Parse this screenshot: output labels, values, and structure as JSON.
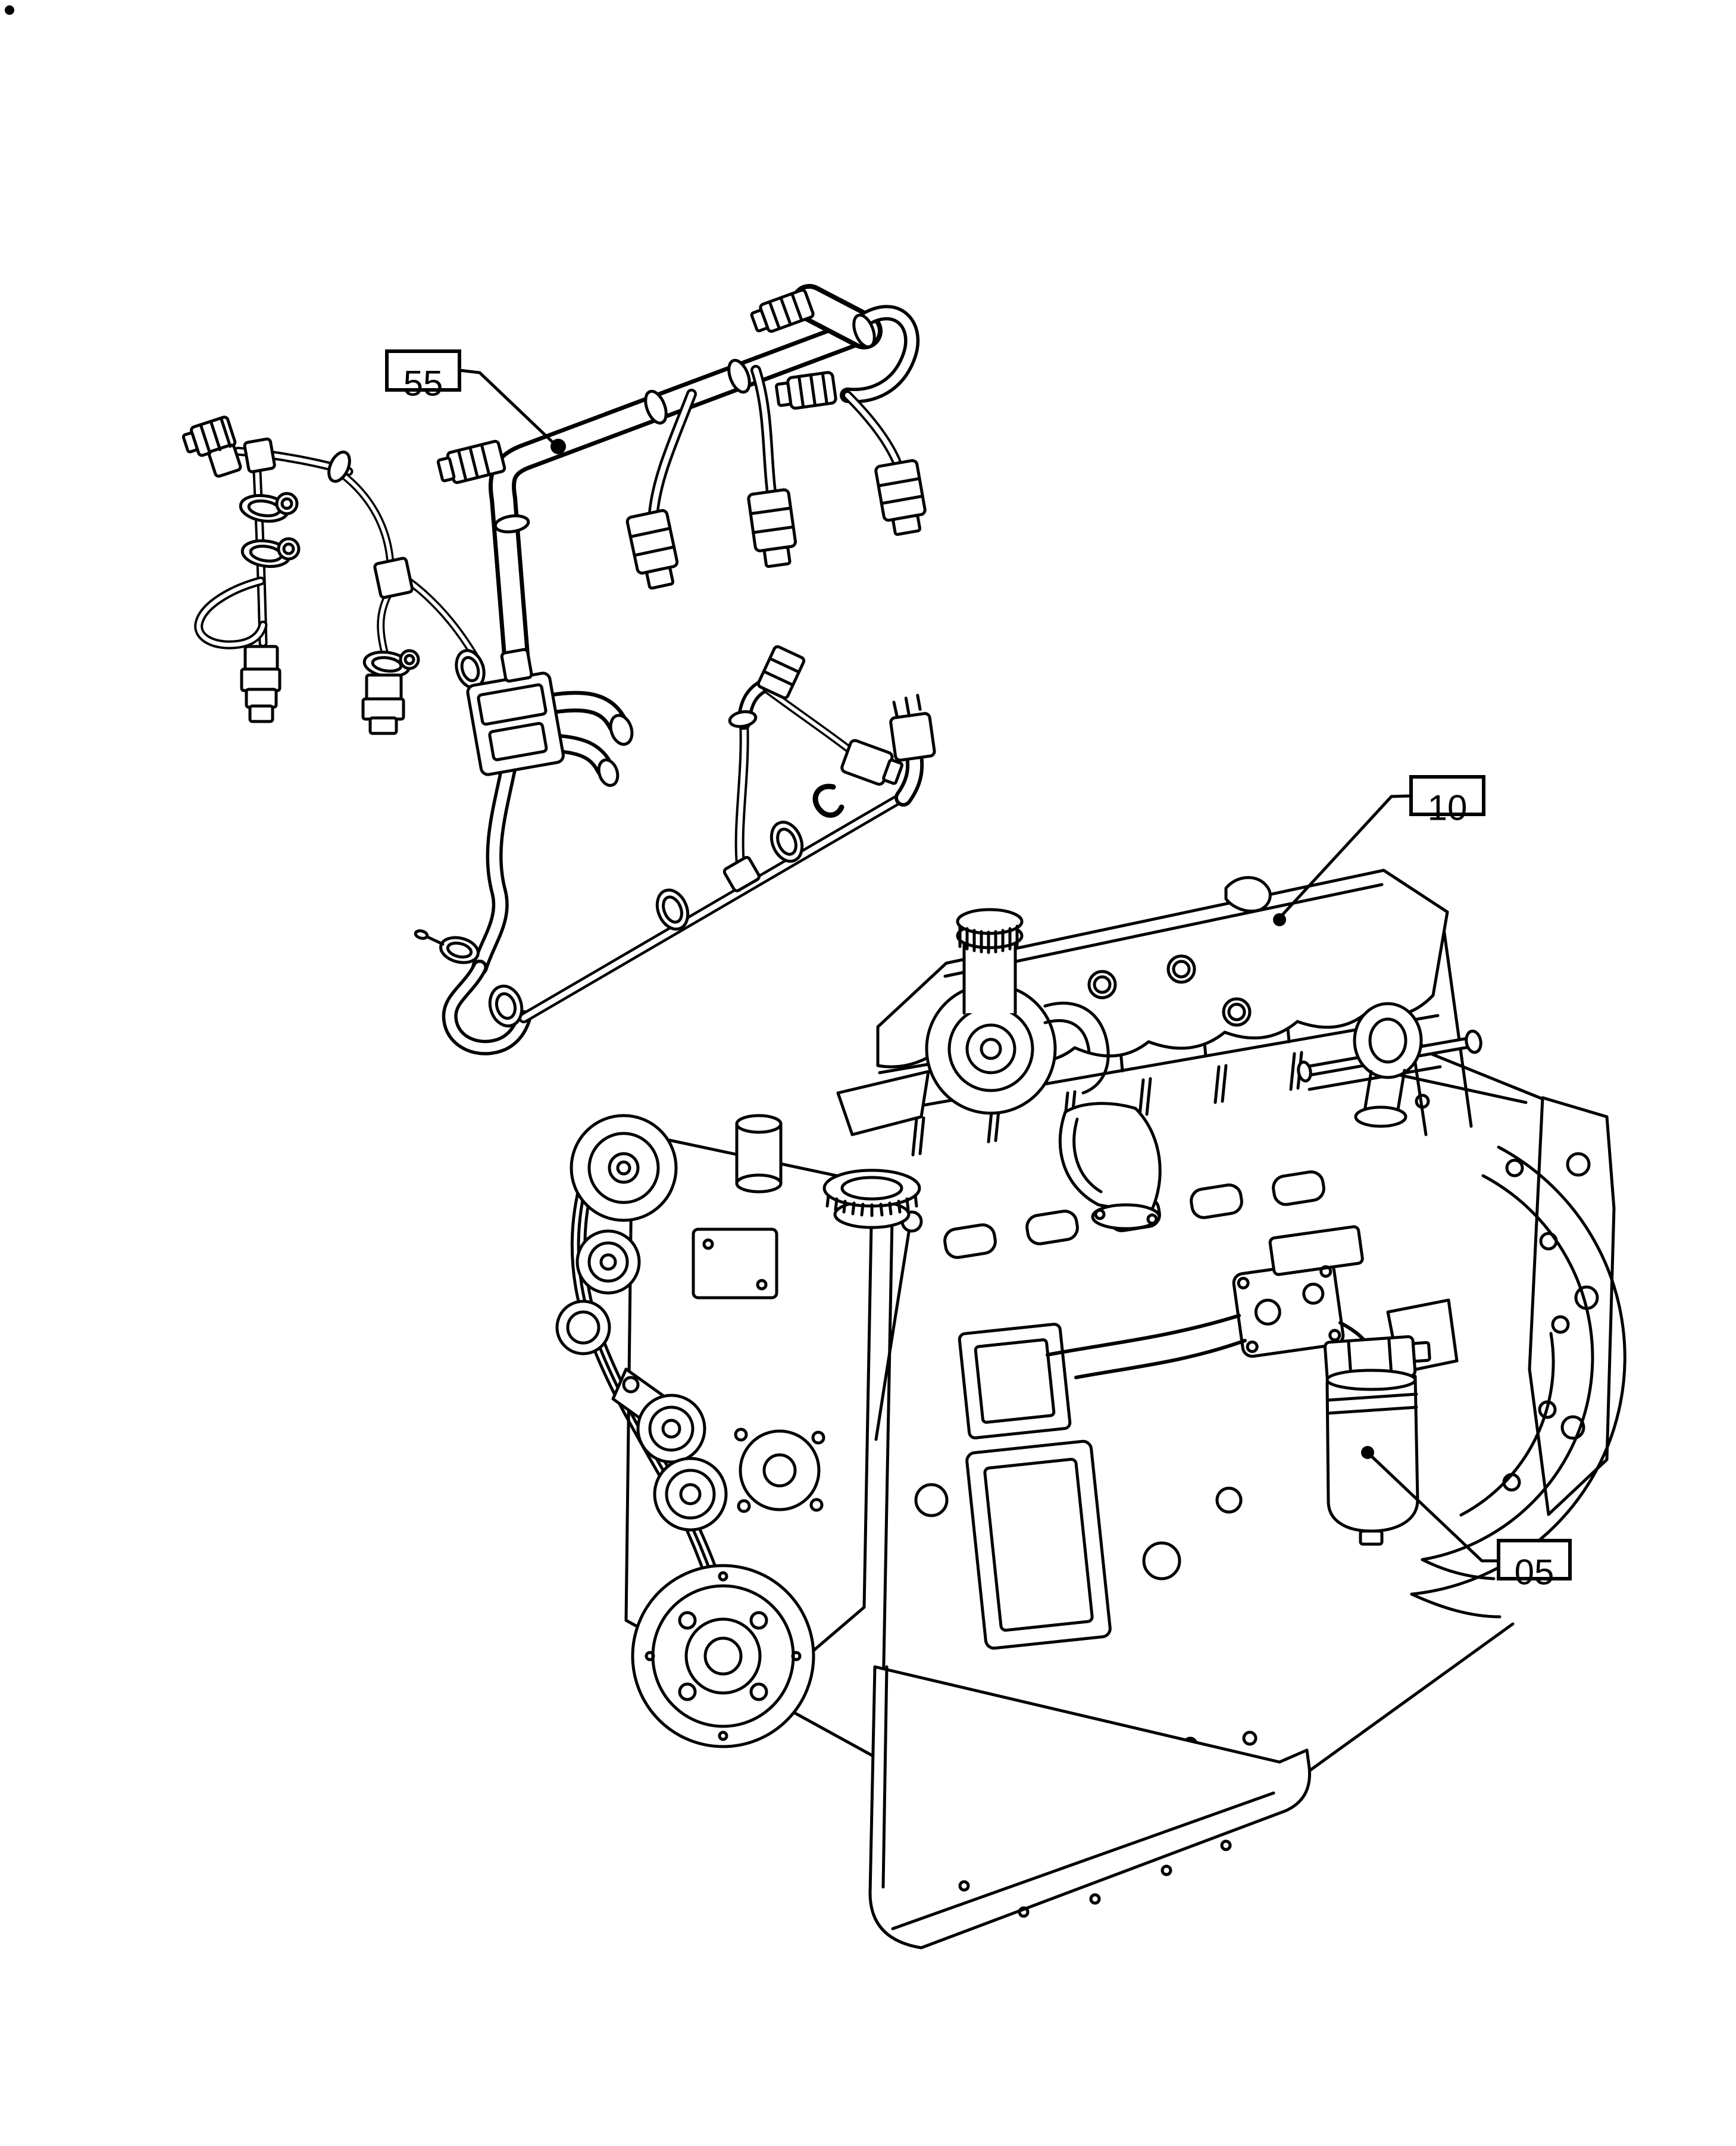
{
  "page": {
    "background_color": "#ffffff",
    "line_color": "#000000",
    "corner_dot": "."
  },
  "callouts": [
    {
      "label": "55",
      "target_part": "injector-wiring-harness"
    },
    {
      "label": "10",
      "target_part": "engine-assembly"
    },
    {
      "label": "05",
      "target_part": "fuel-filter"
    }
  ]
}
